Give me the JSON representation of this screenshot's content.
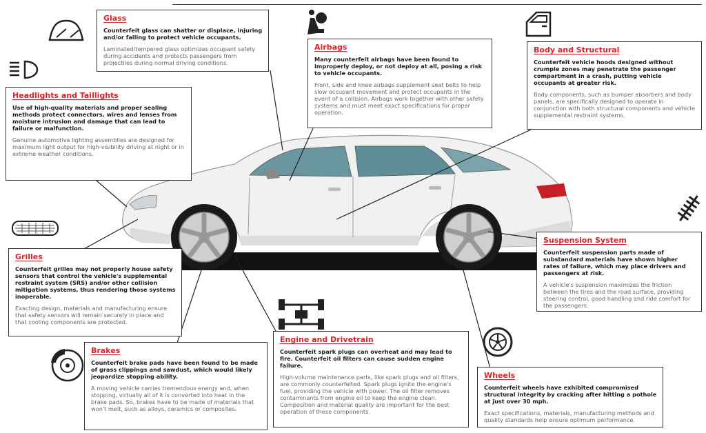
{
  "callouts": {
    "glass": {
      "title": "Glass",
      "bold": "Counterfeit glass can shatter or displace, injuring and/or failing to protect vehicle occupants.",
      "text": "Laminated/tempered glass optimizes occupant safety during accidents and protects passengers from projectiles during normal driving conditions."
    },
    "airbags": {
      "title": "Airbags",
      "bold": "Many counterfeit airbags have been found to improperly deploy, or not deploy at all, posing a risk to vehicle occupants.",
      "text": "Front, side and knee airbags supplement seat belts to help slow occupant movement and protect occupants in the event of a collision. Airbags work together with other safety systems and must meet exact specifications for proper operation."
    },
    "body": {
      "title": "Body and Structural",
      "bold": "Counterfeit vehicle hoods designed without crumple zones may penetrate the passenger compartment in a crash, putting vehicle occupants at greater risk.",
      "text": "Body components, such as bumper absorbers and body panels, are specifically designed to operate in conjunction with both structural components and vehicle supplemental restraint systems."
    },
    "headlights": {
      "title": "Headlights and Taillights",
      "bold": "Use of high-quality materials and proper sealing methods protect connectors, wires and lenses from moisture intrusion and damage that can lead to failure or malfunction.",
      "text": "Genuine automotive lighting assemblies are designed for maximum light output for high-visibility driving at night or in extreme weather conditions."
    },
    "grilles": {
      "title": "Grilles",
      "bold": "Counterfeit grilles may not properly house safety sensors that control the vehicle's supplemental restraint system (SRS) and/or other collision mitigation systems, thus rendering those systems inoperable.",
      "text": "Exacting design, materials and manufacturing ensure that safety sensors will remain securely in place and that cooling components are protected."
    },
    "suspension": {
      "title": "Suspension System",
      "bold": "Counterfeit suspension parts made of substandard materials have shown higher rates of failure, which may place drivers and passengers at risk.",
      "text": "A vehicle's suspension maximizes the friction between the tires and the road surface, providing steering control, good handling and ride comfort for the passengers."
    },
    "engine": {
      "title": "Engine and Drivetrain",
      "bold": "Counterfeit spark plugs can overheat and may lead to fire.  Counterfeit oil filters can cause sudden engine failure.",
      "text": "High-volume maintenance parts, like spark plugs and oil filters, are commonly counterfeited. Spark plugs ignite the engine's fuel, providing the vehicle with power. The oil filter removes contaminants from engine oil to keep the engine clean. Composition and material quality are important for the best operation of these components."
    },
    "brakes": {
      "title": "Brakes",
      "bold": "Counterfeit brake pads have been found to be made of grass clippings and sawdust, which would likely jeopardize stopping ability.",
      "text": "A moving vehicle carries tremendous energy and, when stopping, virtually all of it is converted into heat in the brake pads. So, brakes have to be made of materials that won't melt, such as alloys, ceramics or composites."
    },
    "wheels": {
      "title": "Wheels",
      "bold": "Counterfeit wheels have exhibited compromised structural integrity by cracking after hitting a pothole at just over 30 mph.",
      "text": "Exact specifications, materials, manufacturing methods and quality standards help ensure optimum performance."
    }
  },
  "icons": {
    "glass": "windshield-icon",
    "airbags": "airbag-icon",
    "body": "car-door-icon",
    "headlights": "headlight-icon",
    "grilles": "grille-icon",
    "suspension": "suspension-spring-icon",
    "engine": "drivetrain-icon",
    "brakes": "brake-disc-icon",
    "wheels": "wheel-icon"
  },
  "colors": {
    "accent": "#d8232a",
    "car_body": "#f2f2f2",
    "glass": "#5f8e99"
  }
}
